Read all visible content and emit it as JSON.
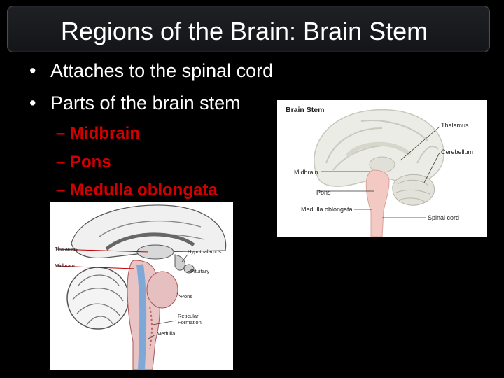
{
  "slide": {
    "title": "Regions of the Brain: Brain Stem",
    "bullets": [
      {
        "symbol": "•",
        "text": "Attaches to the spinal cord"
      },
      {
        "symbol": "•",
        "text": "Parts of the brain stem"
      }
    ],
    "sub_bullets": [
      "– Midbrain",
      "– Pons",
      "– Medulla oblongata"
    ],
    "colors": {
      "background": "#000000",
      "title_text": "#ffffff",
      "sub_bullet_text": "#d40000"
    }
  },
  "figure_right": {
    "heading": "Brain Stem",
    "labels": {
      "thalamus": "Thalamus",
      "cerebellum": "Cerebellum",
      "midbrain": "Midbrain",
      "pons": "Pons",
      "medulla": "Medulla oblongata",
      "spinal_cord": "Spinal cord"
    }
  },
  "figure_left": {
    "labels": {
      "thalamus": "Thalamus",
      "midbrain": "Midbrain",
      "hypothalamus": "Hypothalamus",
      "pituitary": "Pituitary",
      "pons": "Pons",
      "reticular_1": "Reticular",
      "reticular_2": "Formation",
      "medulla": "Medulla"
    }
  }
}
